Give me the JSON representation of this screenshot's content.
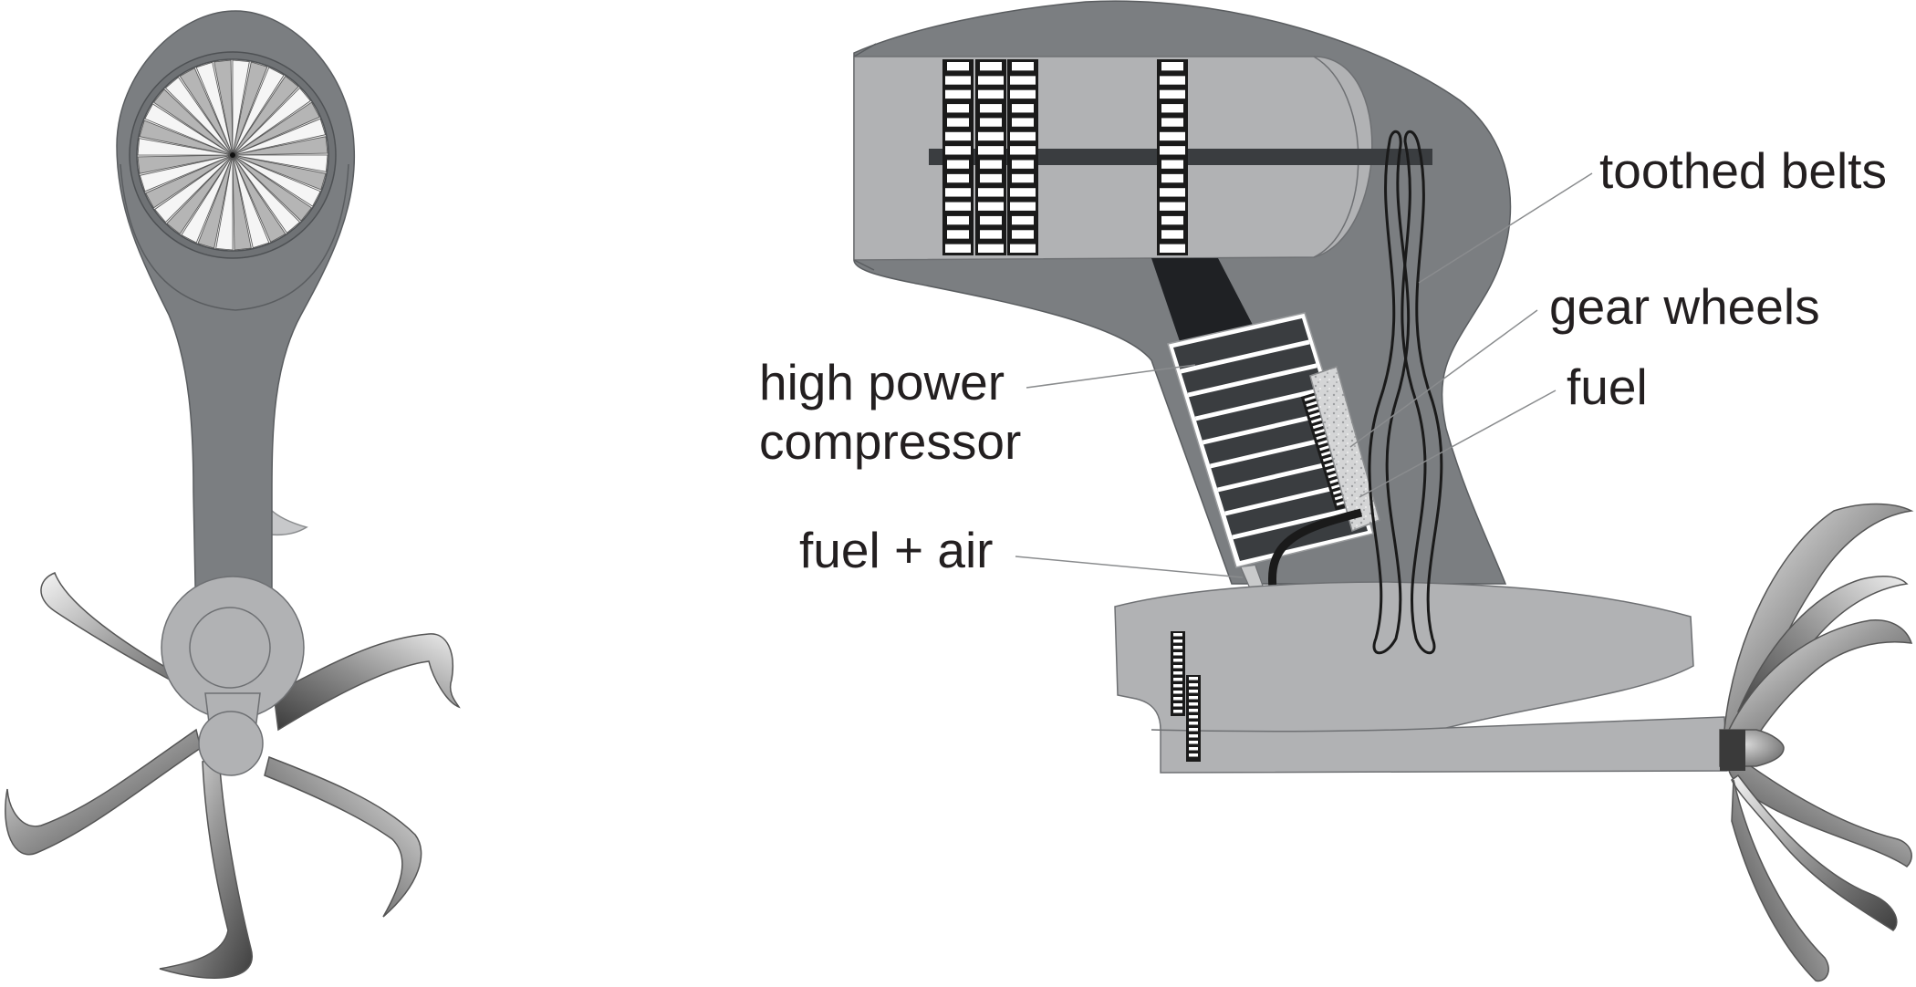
{
  "labels": {
    "toothed_belts": "toothed belts",
    "gear_wheels": "gear wheels",
    "fuel": "fuel",
    "compressor_line1": "high power",
    "compressor_line2": "compressor",
    "fuel_air": "fuel + air"
  },
  "colors": {
    "body_dark": "#7b7e81",
    "body_light": "#b1b2b4",
    "dark_gray": "#3a3d40",
    "black": "#1a1a1a",
    "line": "#8a8c8e"
  },
  "parts": {
    "turbine_blades": 32,
    "propeller_blades": 5,
    "compressor_fins": 8
  }
}
